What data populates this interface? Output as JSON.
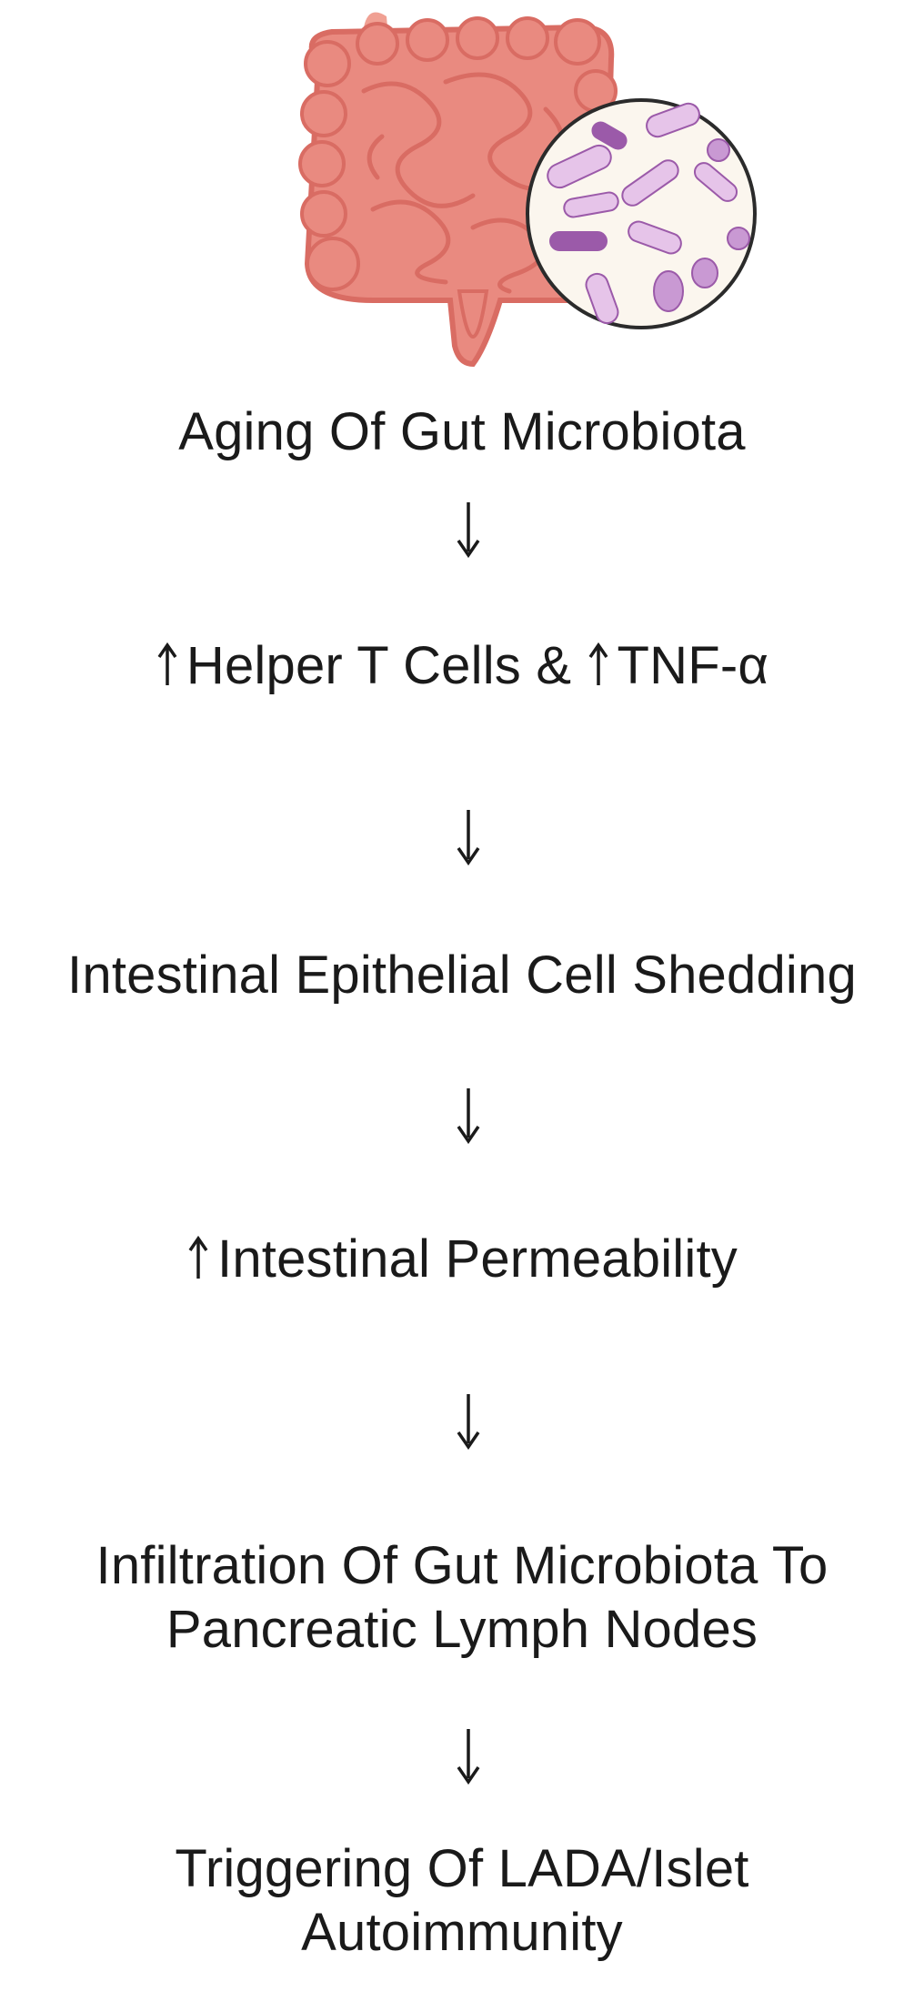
{
  "diagram": {
    "nodes": [
      {
        "id": "n1",
        "prefix_up": false,
        "line1": "Aging Of Gut Microbiota",
        "line2": ""
      },
      {
        "id": "n2",
        "prefix_up": true,
        "part_a": "Helper T Cells & ",
        "part_b": "TNF-α"
      },
      {
        "id": "n3",
        "prefix_up": false,
        "line1": "Intestinal Epithelial Cell Shedding",
        "line2": ""
      },
      {
        "id": "n4",
        "prefix_up": true,
        "line1": "Intestinal Permeability",
        "line2": ""
      },
      {
        "id": "n5",
        "prefix_up": false,
        "line1": "Infiltration Of Gut Microbiota To",
        "line2": "Pancreatic Lymph Nodes"
      },
      {
        "id": "n6",
        "prefix_up": false,
        "line1": "Triggering Of LADA/Islet",
        "line2": "Autoimmunity"
      }
    ],
    "edges": [
      {
        "from": "n1",
        "to": "n2",
        "kind": "arrow-down"
      },
      {
        "from": "n2",
        "to": "n3",
        "kind": "arrow-down"
      },
      {
        "from": "n3",
        "to": "n4",
        "kind": "arrow-down"
      },
      {
        "from": "n4",
        "to": "n5",
        "kind": "arrow-down"
      },
      {
        "from": "n5",
        "to": "n6",
        "kind": "arrow-down"
      }
    ],
    "illustration": {
      "intestine_icon": "intestine-icon",
      "microbe_icon": "gut-microbiota-magnifier-icon",
      "colors": {
        "intestine": "#e98a80",
        "intestine_dark": "#d96c63",
        "appendix": "#f0a093",
        "lens_fill": "#fbf6ee",
        "bacteria_light": "#e6c4e9",
        "bacteria_mid": "#c999d3",
        "bacteria_dark": "#9b5aa9",
        "text": "#1a1a1a"
      }
    }
  }
}
